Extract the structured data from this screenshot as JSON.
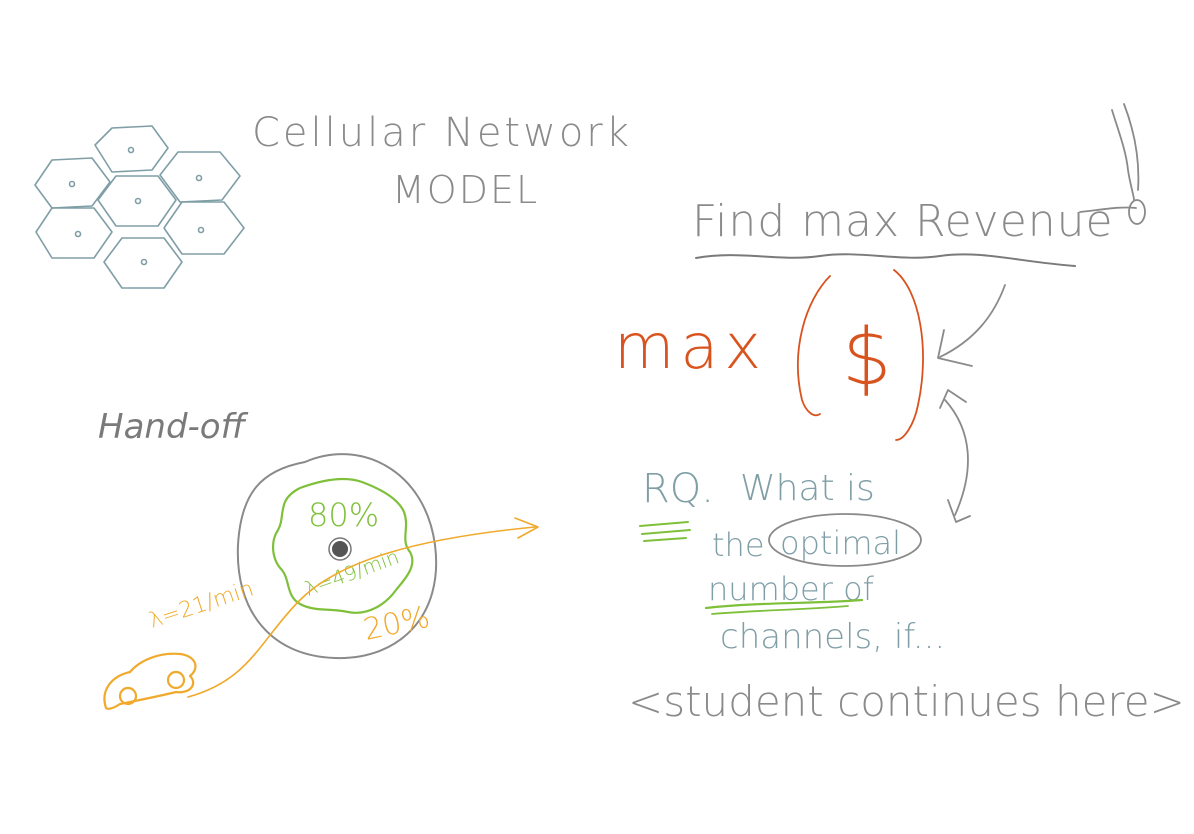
{
  "colors": {
    "ink_gray": "#8a8a8a",
    "ink_gray_dark": "#7a7a7a",
    "ink_teal": "#7f9ea6",
    "ink_orange_red": "#d9531e",
    "ink_green": "#7ec03a",
    "ink_amber": "#f0a92a",
    "ink_dark": "#555555"
  },
  "title": {
    "line1": "Cellular Network",
    "line2": "MODEL"
  },
  "handoff": {
    "label": "Hand-off",
    "inner_percent": "80%",
    "inner_rate": "λ=49/min",
    "outer_percent": "20%",
    "car_rate": "λ=21/min"
  },
  "objective": {
    "find": "Find max Revenue",
    "max": "max",
    "dollar": "$"
  },
  "rq": {
    "label": "RQ.",
    "line1": "What is",
    "line2_a": "the",
    "line2_b": "optimal",
    "line3": "number of",
    "line4": "channels, if...",
    "continue": "<student continues here>"
  }
}
